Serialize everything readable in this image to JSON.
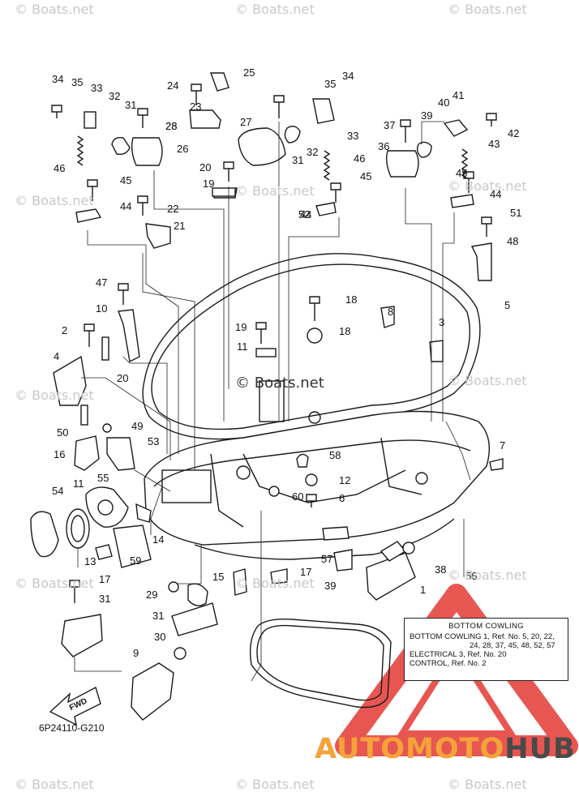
{
  "watermark": "© Boats.net",
  "diagram_code": "6P24110-G210",
  "fwd_label": "FWD",
  "legend": {
    "title": "BOTTOM COWLING",
    "lines": [
      "BOTTOM COWLING 1, Ref. No. 5, 20, 22,",
      "24, 28, 37, 45, 48, 52, 57",
      "ELECTRICAL 3, Ref. No. 20",
      "CONTROL, Ref. No. 2"
    ]
  },
  "brand": {
    "part1": "AUTOMOTO",
    "part2": "HUB",
    "color1": "#f4a23a",
    "color2": "#4a4a4a",
    "logo_color": "#e53935"
  },
  "callouts": [
    "34",
    "35",
    "33",
    "32",
    "31",
    "28",
    "26",
    "24",
    "25",
    "23",
    "28",
    "27",
    "35",
    "34",
    "33",
    "32",
    "31",
    "41",
    "40",
    "39",
    "37",
    "36",
    "42",
    "43",
    "46",
    "45",
    "44",
    "22",
    "21",
    "20",
    "19",
    "46",
    "45",
    "44",
    "45",
    "44",
    "52",
    "51",
    "48",
    "47",
    "10",
    "18",
    "8",
    "5",
    "2",
    "4",
    "20",
    "19",
    "11",
    "18",
    "3",
    "50",
    "49",
    "53",
    "16",
    "58",
    "7",
    "55",
    "54",
    "11",
    "12",
    "6",
    "60",
    "14",
    "13",
    "59",
    "57",
    "17",
    "15",
    "17",
    "39",
    "38",
    "1",
    "56",
    "31",
    "29",
    "31",
    "30",
    "9"
  ]
}
